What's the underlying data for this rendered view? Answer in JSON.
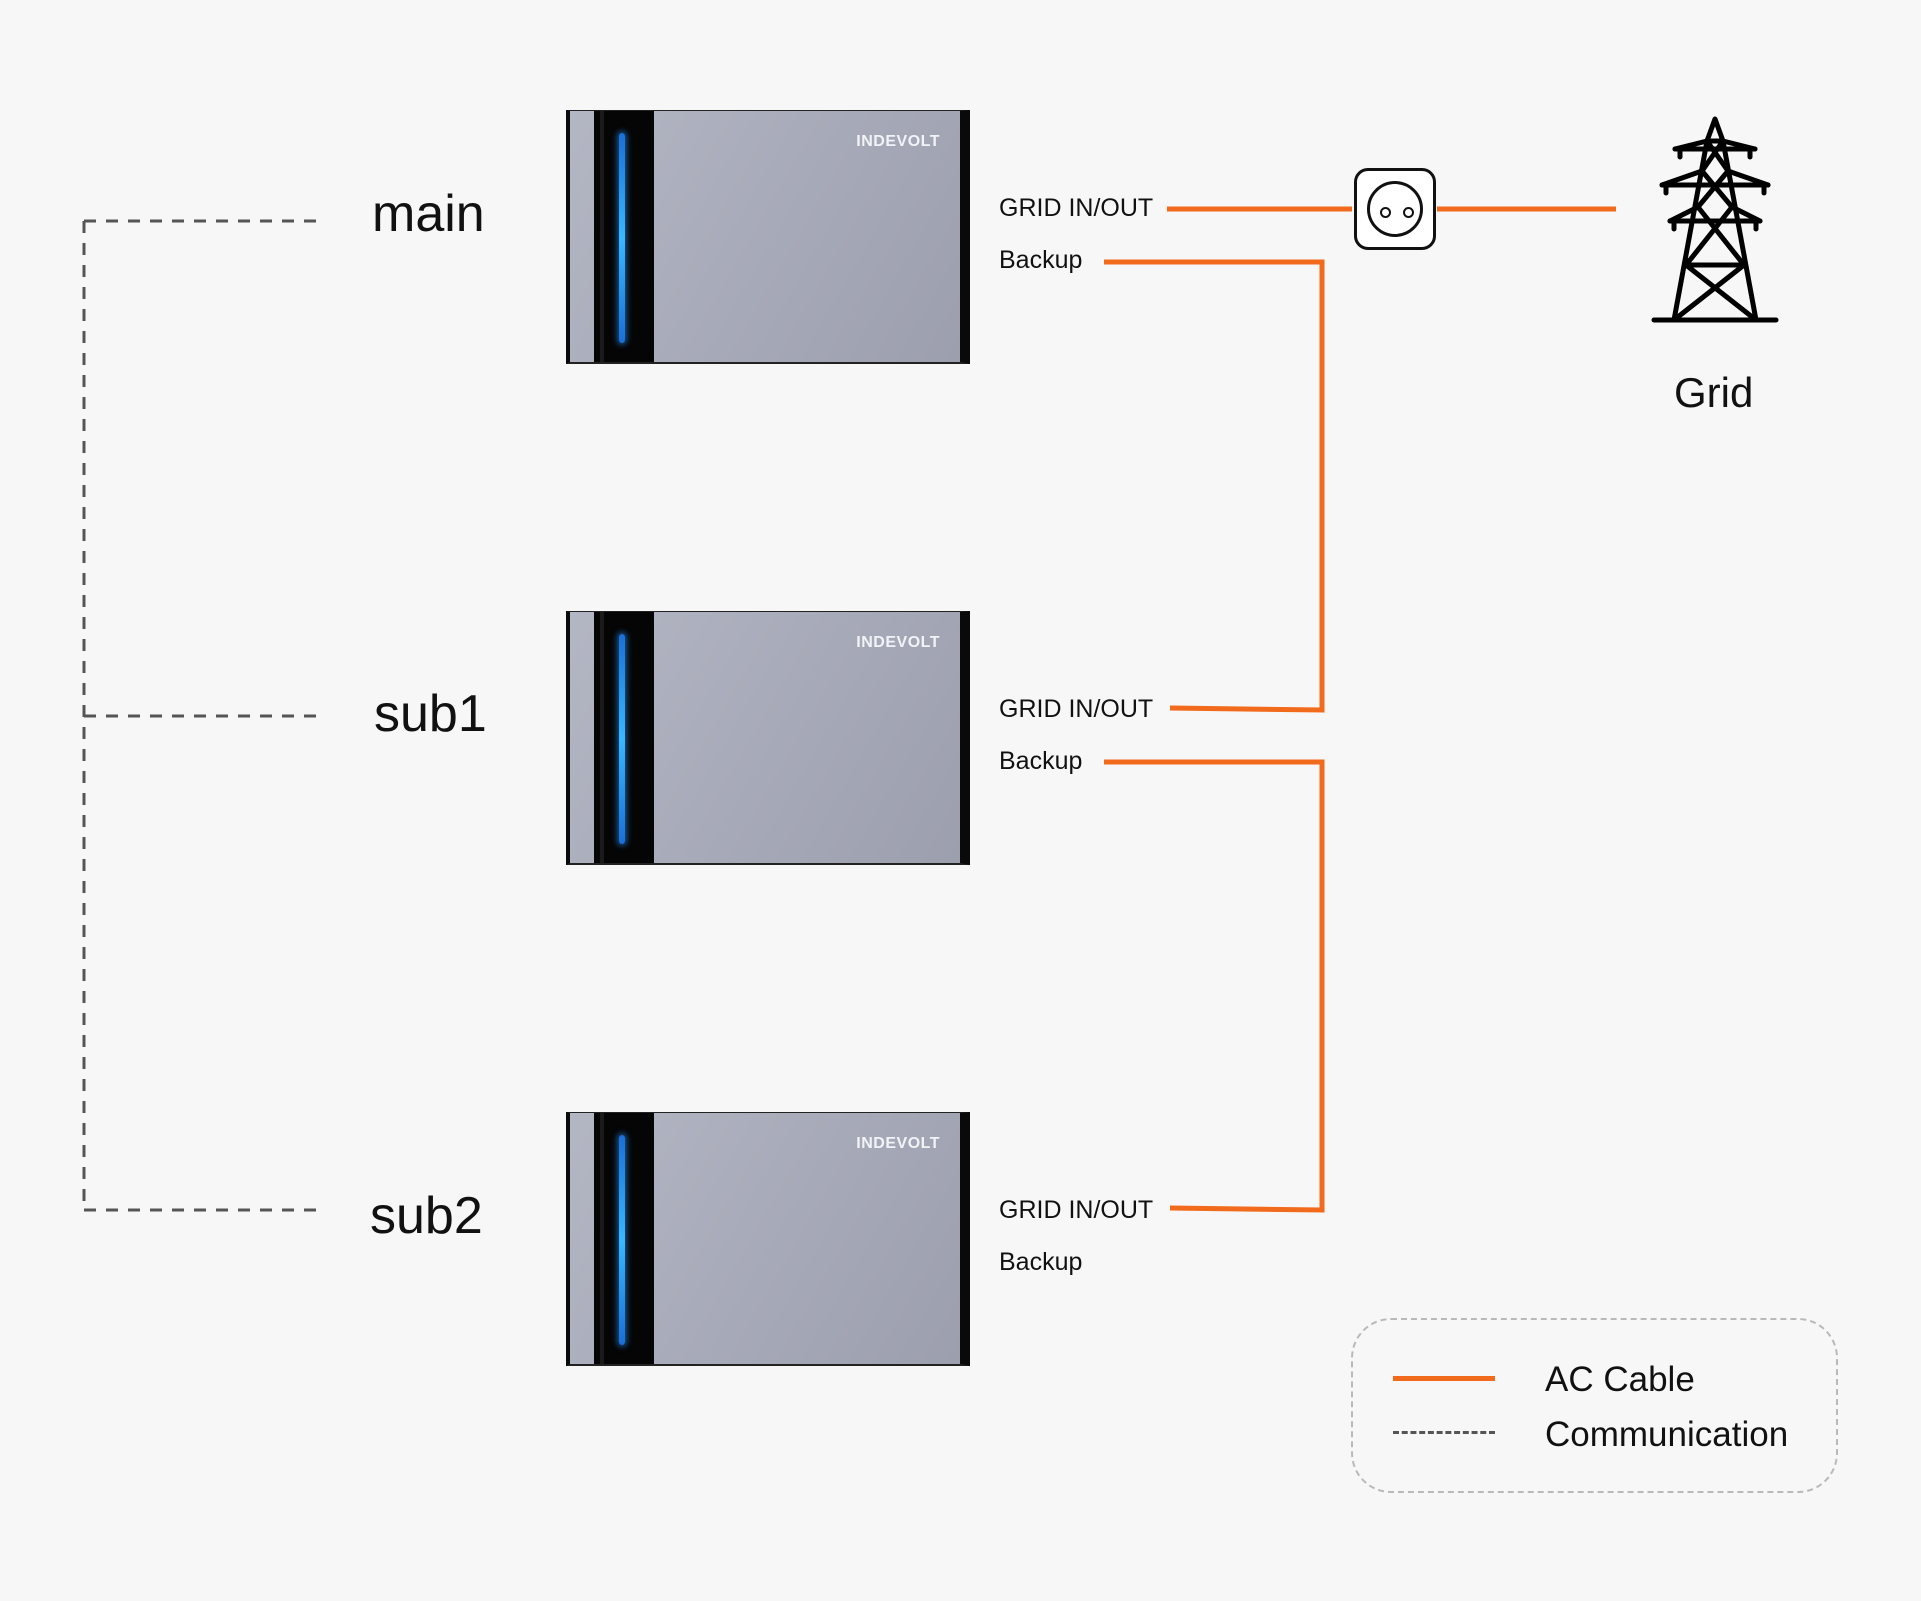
{
  "units": [
    {
      "name": "main",
      "brand": "INDEVOLT",
      "ports": {
        "grid": "GRID IN/OUT",
        "backup": "Backup"
      }
    },
    {
      "name": "sub1",
      "brand": "INDEVOLT",
      "ports": {
        "grid": "GRID IN/OUT",
        "backup": "Backup"
      }
    },
    {
      "name": "sub2",
      "brand": "INDEVOLT",
      "ports": {
        "grid": "GRID IN/OUT",
        "backup": "Backup"
      }
    }
  ],
  "grid": {
    "label": "Grid",
    "icon": "power-tower-icon",
    "outlet_icon": "power-outlet-icon"
  },
  "legend": {
    "ac_label": "AC Cable",
    "comm_label": "Communication"
  },
  "colors": {
    "ac_cable": "#f26a1b",
    "communication": "#555555",
    "device_body": "#a7aab8",
    "led": "#38b8ff",
    "background": "#f7f7f7"
  }
}
